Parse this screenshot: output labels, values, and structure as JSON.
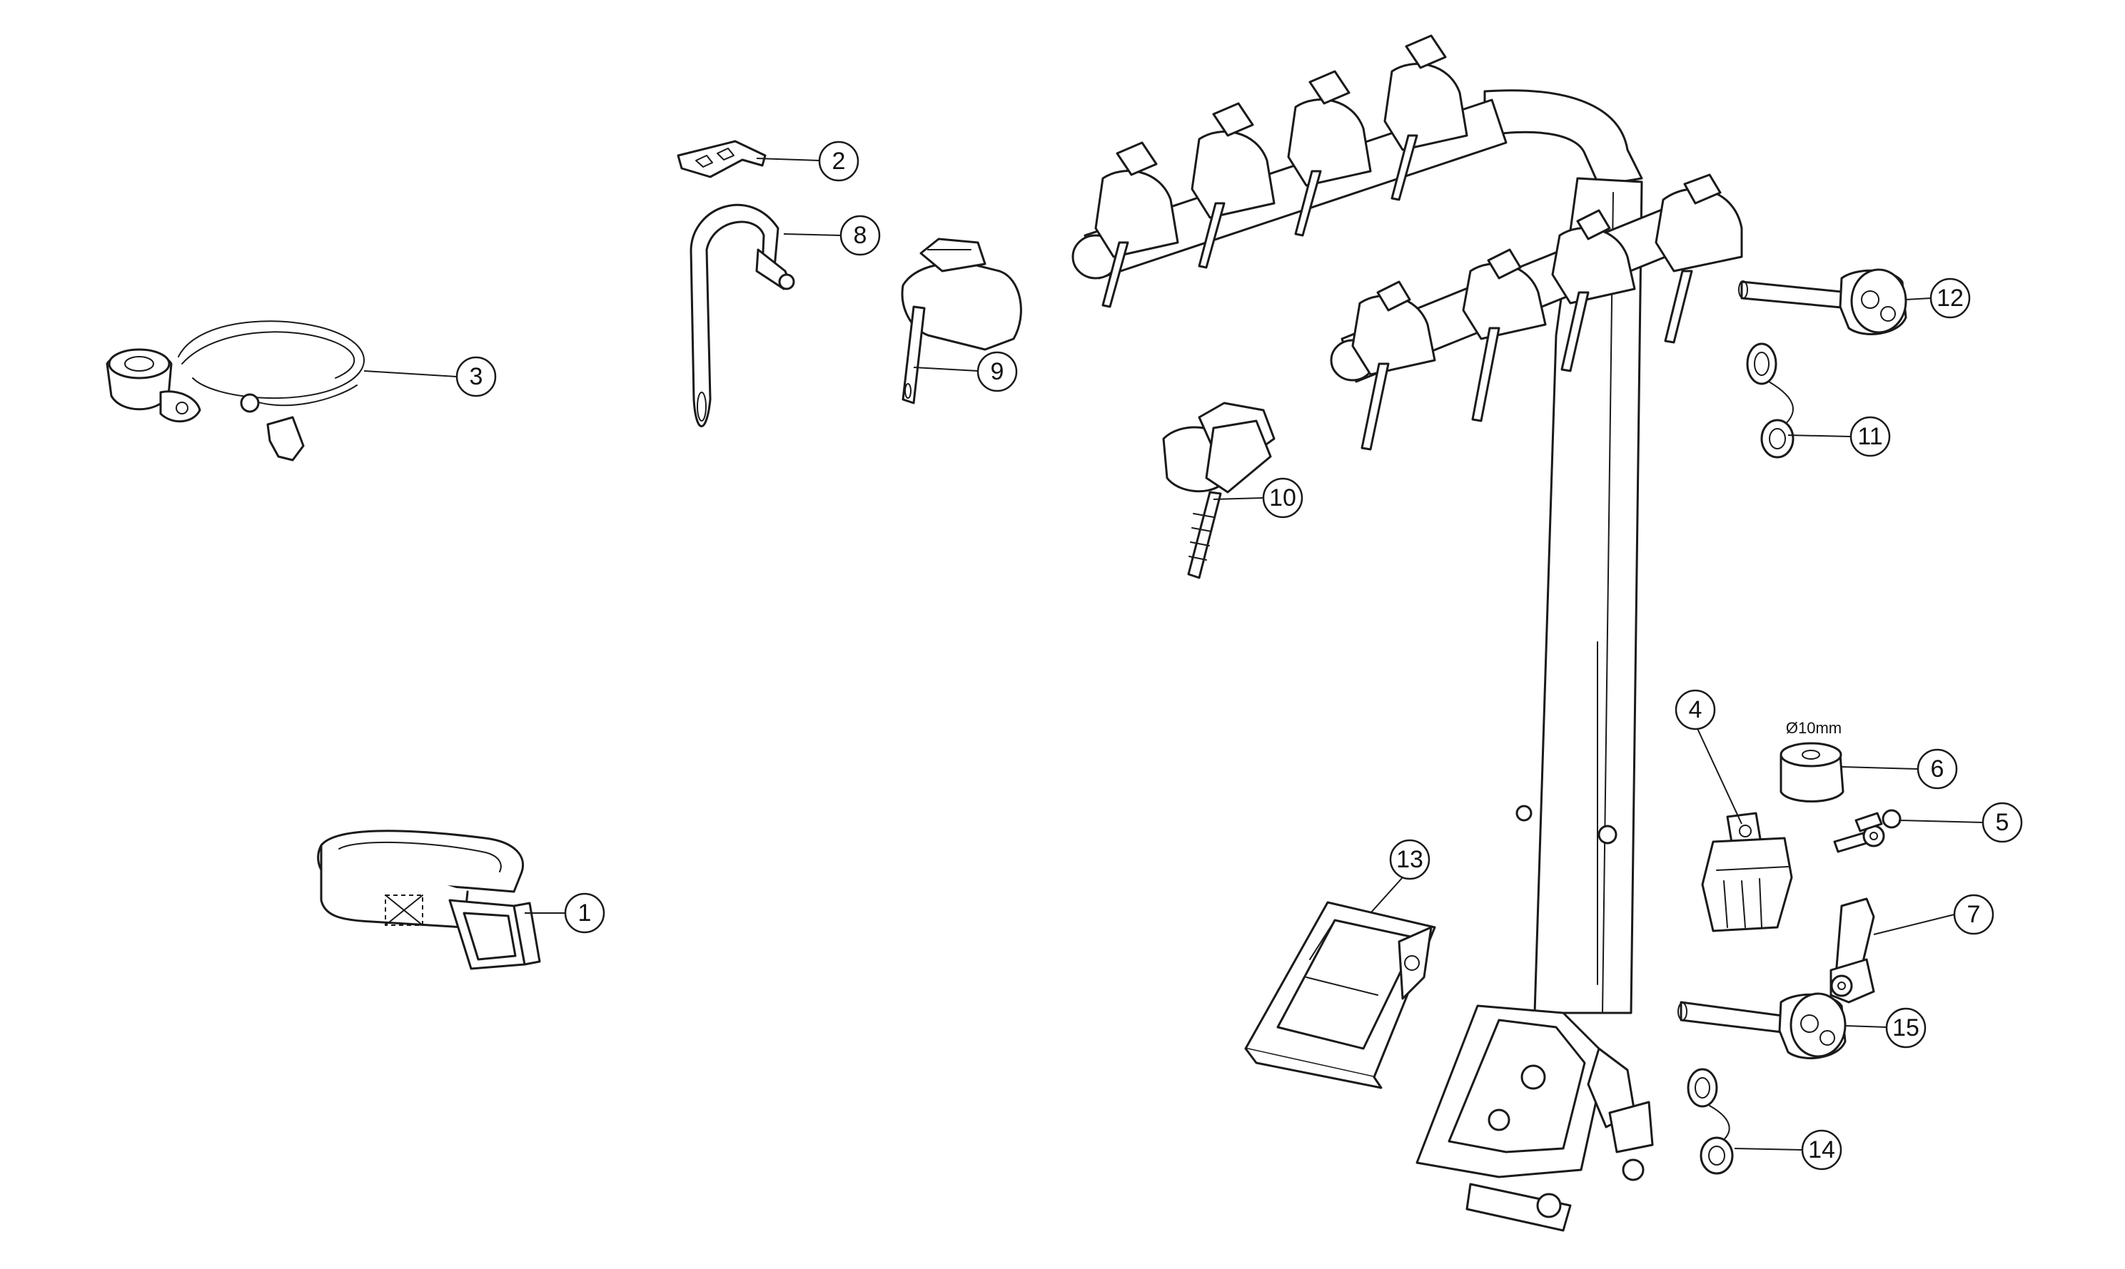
{
  "diagram": {
    "callouts": [
      {
        "id": "1",
        "label": "1"
      },
      {
        "id": "2",
        "label": "2"
      },
      {
        "id": "3",
        "label": "3"
      },
      {
        "id": "4",
        "label": "4"
      },
      {
        "id": "5",
        "label": "5"
      },
      {
        "id": "6",
        "label": "6"
      },
      {
        "id": "7",
        "label": "7"
      },
      {
        "id": "8",
        "label": "8"
      },
      {
        "id": "9",
        "label": "9"
      },
      {
        "id": "10",
        "label": "10"
      },
      {
        "id": "11",
        "label": "11"
      },
      {
        "id": "12",
        "label": "12"
      },
      {
        "id": "13",
        "label": "13"
      },
      {
        "id": "14",
        "label": "14"
      },
      {
        "id": "15",
        "label": "15"
      }
    ],
    "notes": {
      "diameter": "Ø10mm"
    },
    "colors": {
      "line": "#1a1a1a",
      "background": "#ffffff"
    }
  }
}
